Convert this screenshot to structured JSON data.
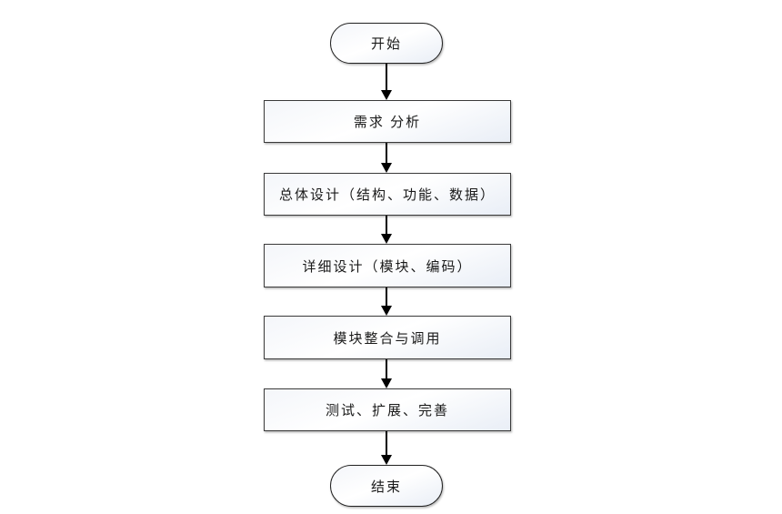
{
  "diagram": {
    "nodes": [
      {
        "id": "start",
        "type": "terminator",
        "label": "开始"
      },
      {
        "id": "requirements",
        "type": "process",
        "label": "需求 分析"
      },
      {
        "id": "overall-design",
        "type": "process",
        "label": "总体设计（结构、功能、数据）"
      },
      {
        "id": "detailed-design",
        "type": "process",
        "label": "详细设计（模块、编码）"
      },
      {
        "id": "integration",
        "type": "process",
        "label": "模块整合与调用"
      },
      {
        "id": "testing",
        "type": "process",
        "label": "测试、扩展、完善"
      },
      {
        "id": "end",
        "type": "terminator",
        "label": "结束"
      }
    ],
    "connections": [
      {
        "from": "start",
        "to": "requirements",
        "direction": "down"
      },
      {
        "from": "requirements",
        "to": "overall-design",
        "direction": "down"
      },
      {
        "from": "overall-design",
        "to": "detailed-design",
        "direction": "down"
      },
      {
        "from": "detailed-design",
        "to": "integration",
        "direction": "down"
      },
      {
        "from": "integration",
        "to": "testing",
        "direction": "down"
      },
      {
        "from": "testing",
        "to": "end",
        "direction": "down"
      }
    ],
    "colors": {
      "background": "#ffffff",
      "node_border": "#3a3a3a",
      "node_fill_light": "#ffffff",
      "node_fill_tint": "#e9eef6",
      "arrow": "#000000",
      "text": "#1a1a1a"
    }
  }
}
